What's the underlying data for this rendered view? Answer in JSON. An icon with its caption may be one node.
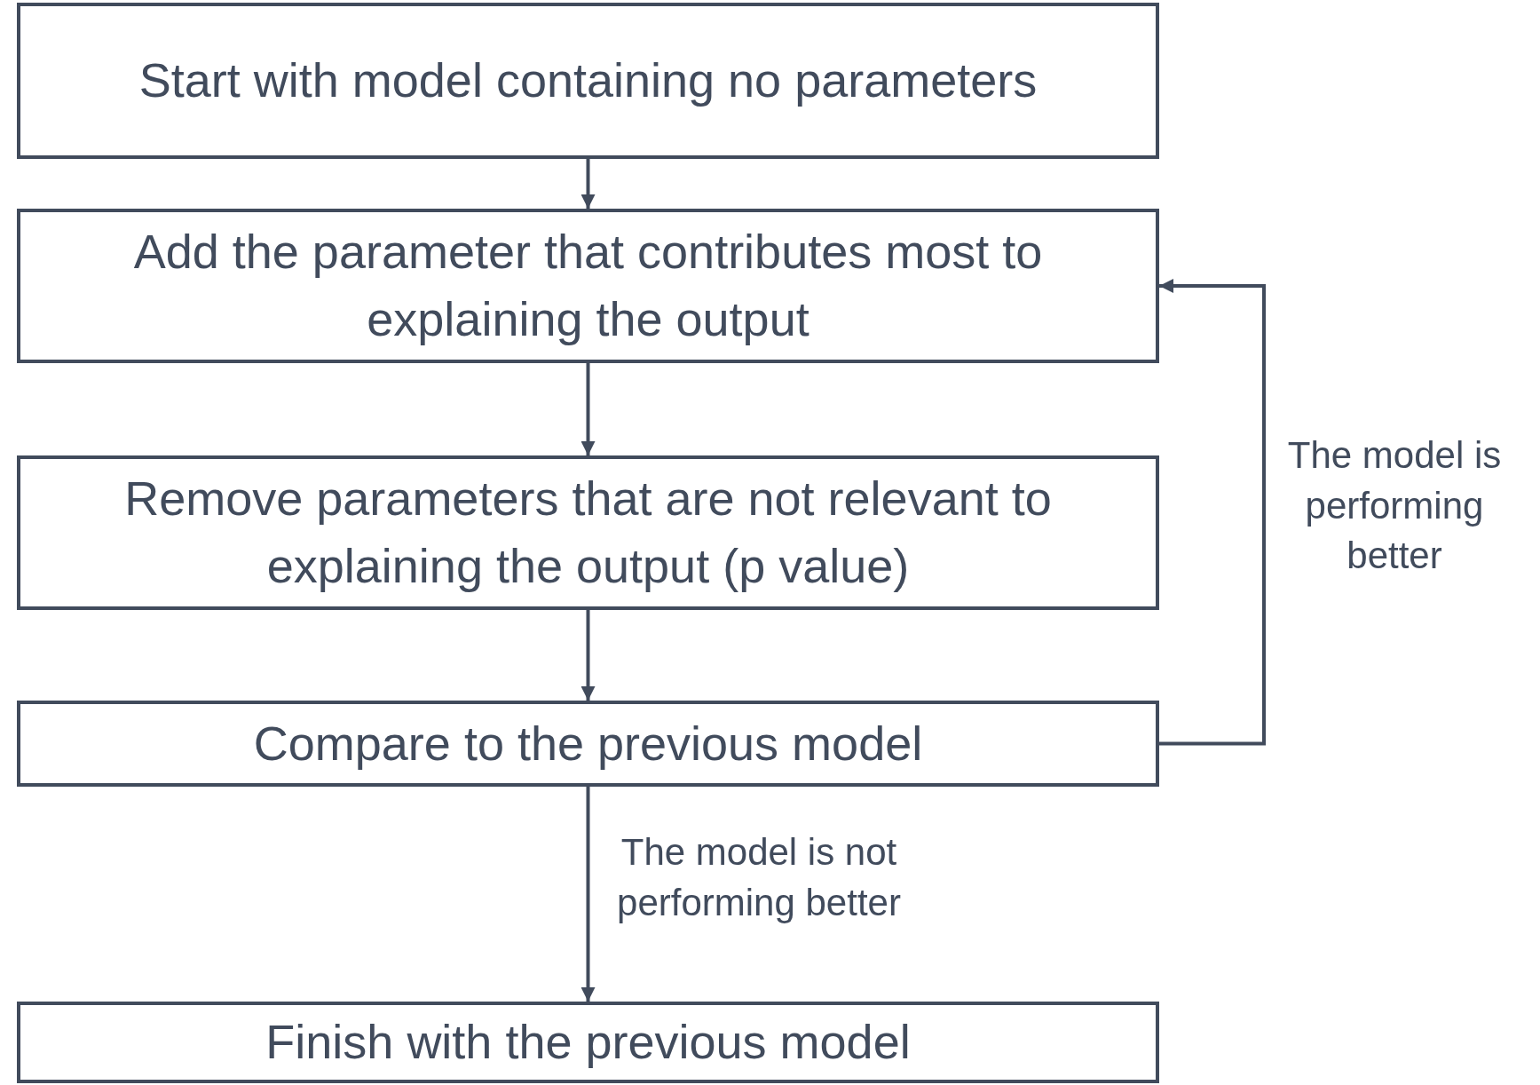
{
  "diagram": {
    "nodes": [
      {
        "text": [
          "Start with model containing no parameters"
        ]
      },
      {
        "text": [
          "Add the parameter that contributes most to explaining the output"
        ]
      },
      {
        "text": [
          "Remove parameters that are not relevant to explaining the output (p value)"
        ]
      },
      {
        "text": [
          "Compare to the previous model"
        ]
      },
      {
        "text": [
          "Finish with the previous model"
        ]
      }
    ],
    "edges": [
      {
        "from": 0,
        "to": 1,
        "arrow": "to"
      },
      {
        "from": 1,
        "to": 2,
        "arrow": "to"
      },
      {
        "from": 2,
        "to": 3,
        "arrow": "to"
      },
      {
        "from": 3,
        "to": 1,
        "arrow": "to",
        "label": "The model is performing better"
      },
      {
        "from": 3,
        "to": 4,
        "arrow": "to",
        "label": "The model is not performing better"
      }
    ]
  }
}
